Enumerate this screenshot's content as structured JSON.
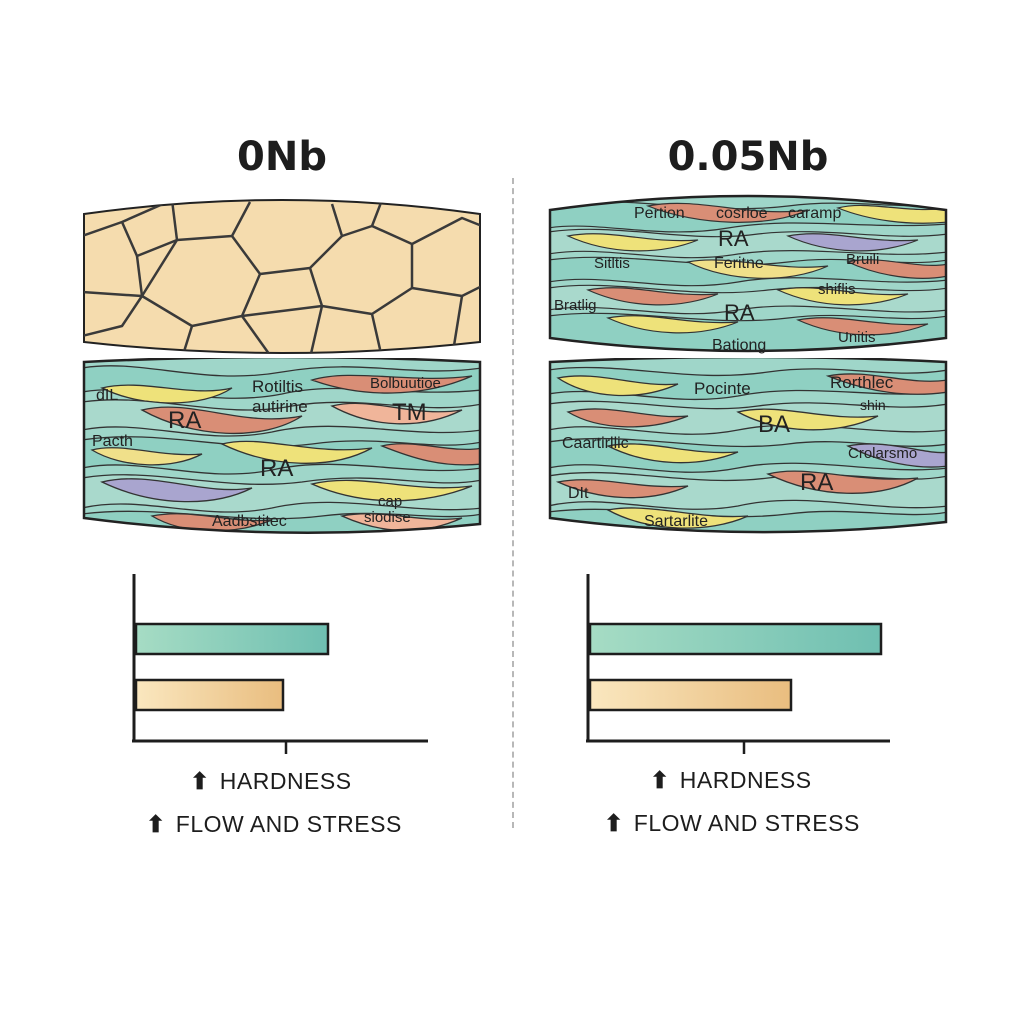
{
  "panels": [
    {
      "title": "0Nb",
      "upper_micrograph": {
        "phase": "ferrite grains",
        "labels": []
      },
      "lower_micrograph": {
        "labels": [
          "ɗIL",
          "Rotiltis",
          "Bolbuutioe",
          "RA",
          "autirine",
          "TM",
          "Pacth",
          "RA",
          "Aadbstitec",
          "cap",
          "siodise"
        ]
      },
      "legend": [
        "HARDNESS",
        "FLOW AND STRESS"
      ]
    },
    {
      "title": "0.05Nb",
      "upper_micrograph": {
        "labels": [
          "Pertion",
          "cosrloe",
          "caramp",
          "RA",
          "Sitltis",
          "Feritne",
          "Bruili",
          "RA",
          "shiflis",
          "Bratlig",
          "Unitis",
          "Bationg"
        ]
      },
      "lower_micrograph": {
        "labels": [
          "Pocinte",
          "Rorthlec",
          "shin",
          "BA",
          "Caartirllic",
          "Crolarsmo",
          "RA",
          "DIt",
          "Sartarlite"
        ]
      },
      "legend": [
        "HARDNESS",
        "FLOW AND STRESS"
      ]
    }
  ],
  "chart_data": [
    {
      "type": "bar",
      "orientation": "horizontal",
      "title": "0Nb",
      "categories": [
        "HARDNESS",
        "FLOW AND STRESS"
      ],
      "values": [
        64,
        49
      ],
      "colors": [
        "#8fcdb6",
        "#f1d9a6"
      ],
      "xlim": [
        0,
        100
      ],
      "legend": "below"
    },
    {
      "type": "bar",
      "orientation": "horizontal",
      "title": "0.05Nb",
      "categories": [
        "HARDNESS",
        "FLOW AND STRESS"
      ],
      "values": [
        97,
        67
      ],
      "colors": [
        "#8fcdb6",
        "#f1d9a6"
      ],
      "xlim": [
        0,
        100
      ],
      "legend": "below"
    }
  ],
  "colors": {
    "ferrite": "#f5dcae",
    "grain_boundary": "#3a3a3a",
    "teal": "#8fd0c2",
    "yellow": "#eee27a",
    "salmon": "#d98e76",
    "lilac": "#a9a5cf"
  }
}
